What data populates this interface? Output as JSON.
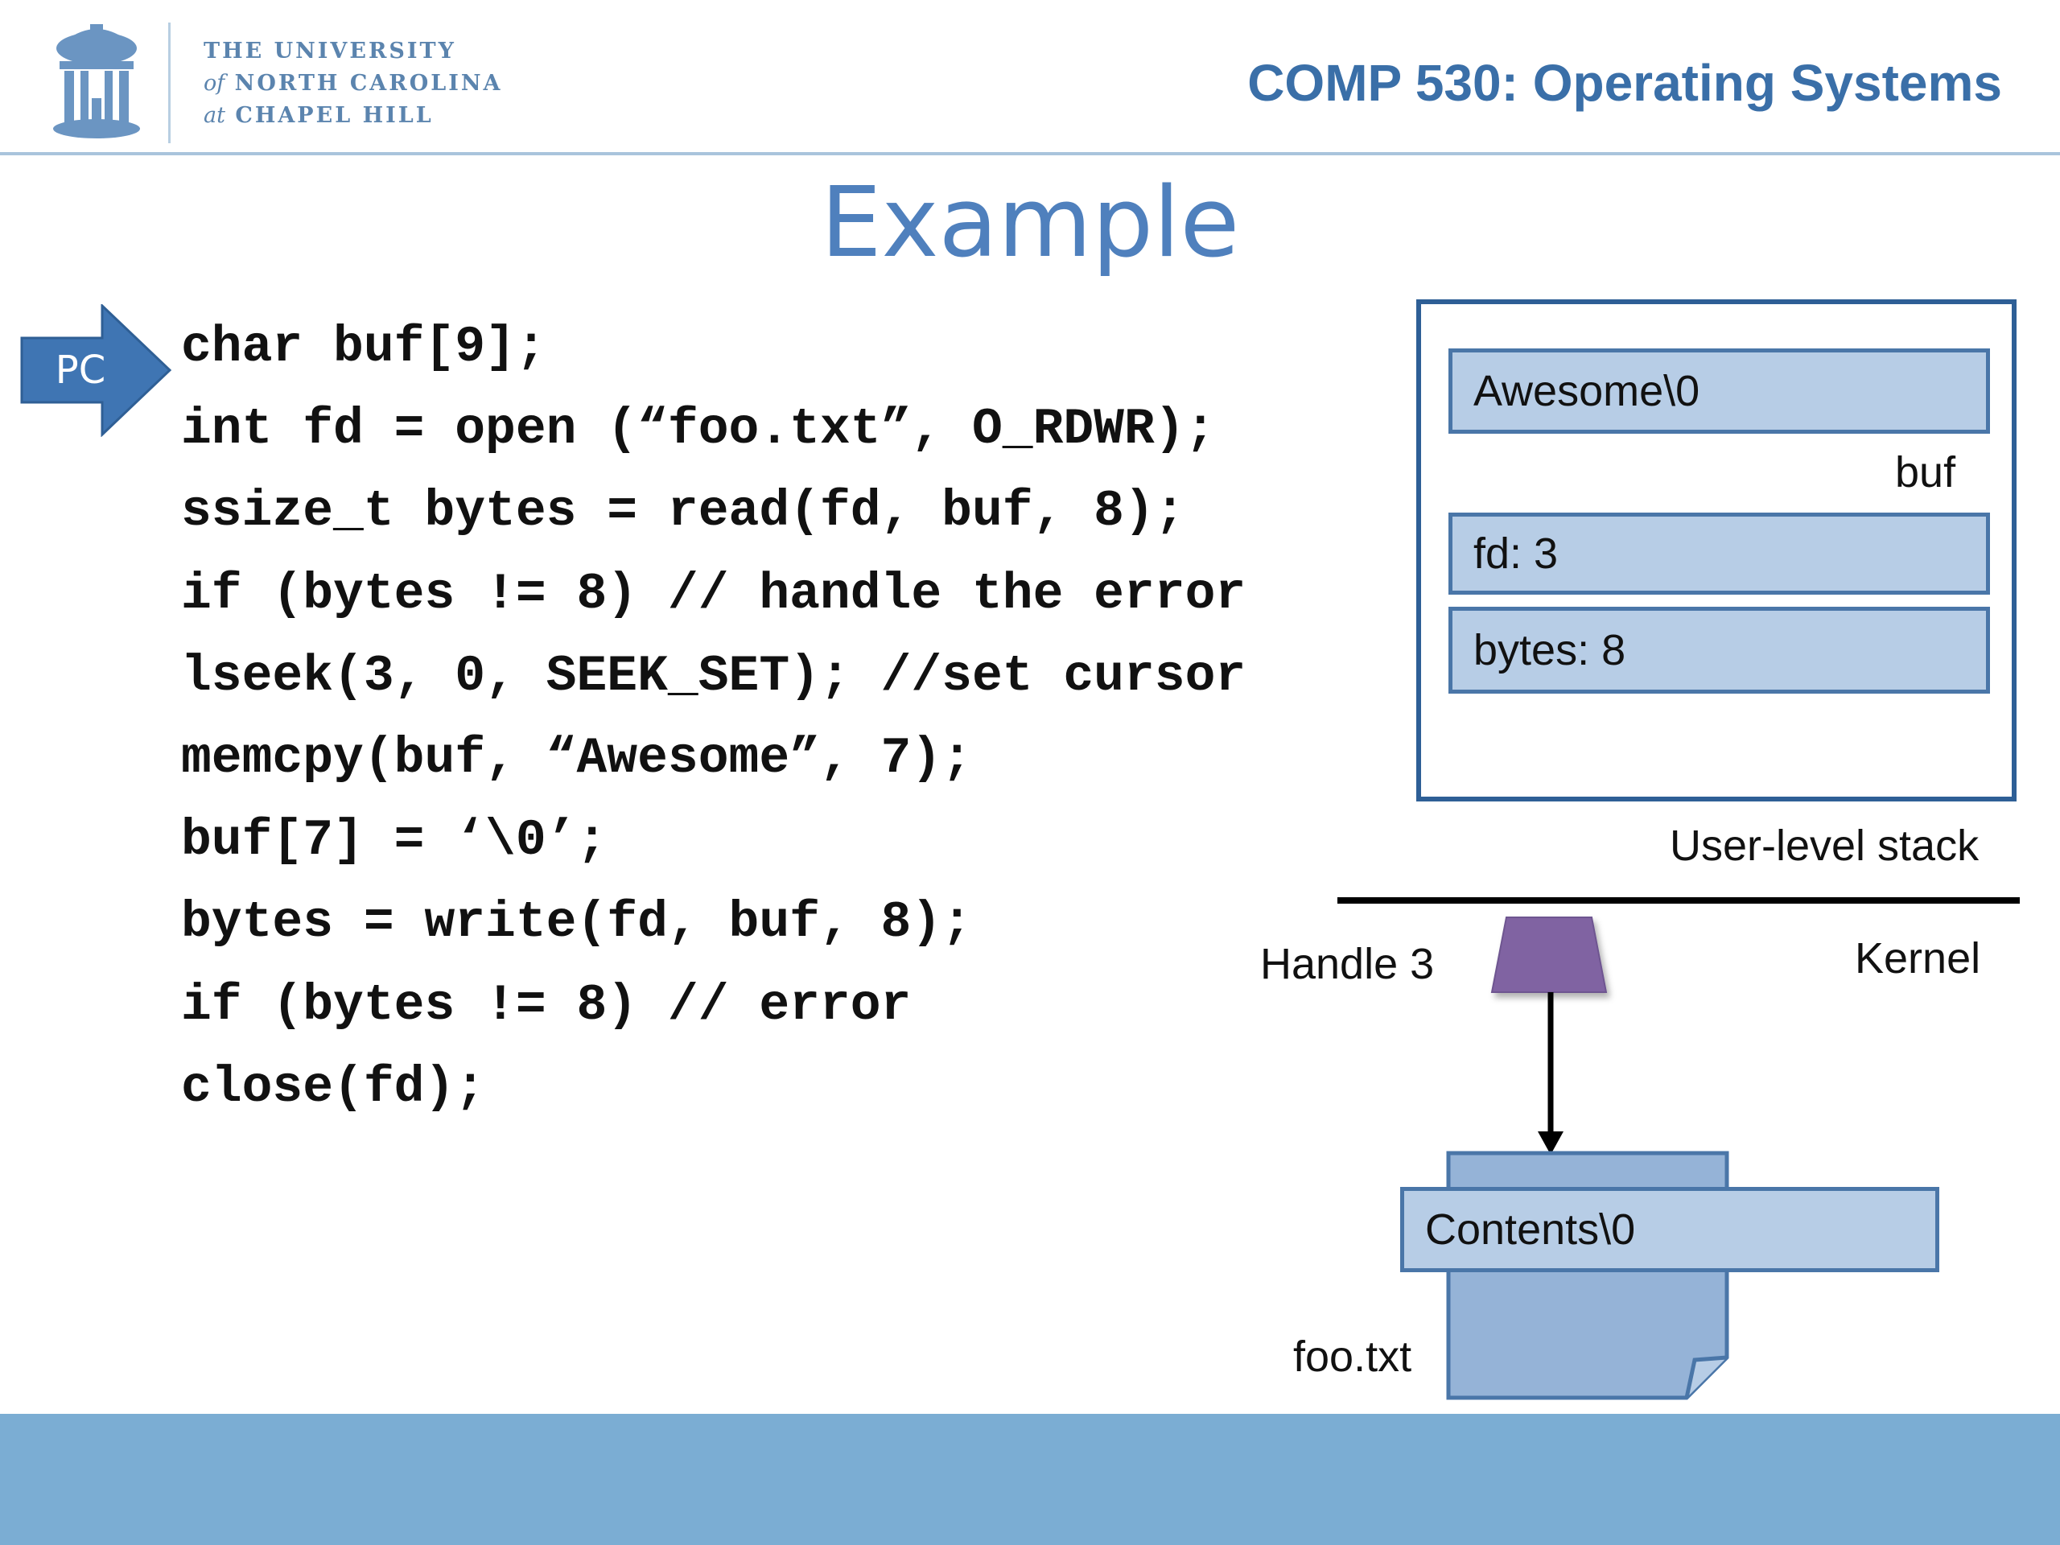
{
  "header": {
    "university_line1": "THE UNIVERSITY",
    "university_line2_prefix": "of",
    "university_line2": "NORTH CAROLINA",
    "university_line3_prefix": "at",
    "university_line3": "CHAPEL HILL",
    "course_title": "COMP 530: Operating Systems"
  },
  "slide": {
    "title": "Example",
    "pc_label": "PC"
  },
  "code_lines": [
    "char buf[9];",
    "int fd = open (“foo.txt”, O_RDWR);",
    "ssize_t bytes = read(fd, buf, 8);",
    "if (bytes != 8) // handle the error",
    "lseek(3, 0, SEEK_SET); //set cursor",
    "memcpy(buf, “Awesome”, 7);",
    "buf[7] = ‘\\0’;",
    "bytes = write(fd, buf, 8);",
    "if (bytes != 8) // error",
    "close(fd);"
  ],
  "pc_line_index": 0,
  "diagram": {
    "buf_value": "Awesome\\0",
    "buf_label": "buf",
    "fd_value": "fd: 3",
    "bytes_value": "bytes: 8",
    "stack_label": "User-level stack",
    "handle_label": "Handle 3",
    "kernel_label": "Kernel",
    "file_contents": "Contents\\0",
    "file_name": "foo.txt"
  },
  "colors": {
    "title_blue": "#4f80bd",
    "course_blue": "#3a6fa8",
    "arrow_blue": "#3f75b3",
    "cell_fill": "#b7cde6",
    "handle_purple": "#8064a2",
    "footer_band": "#7badd3"
  }
}
